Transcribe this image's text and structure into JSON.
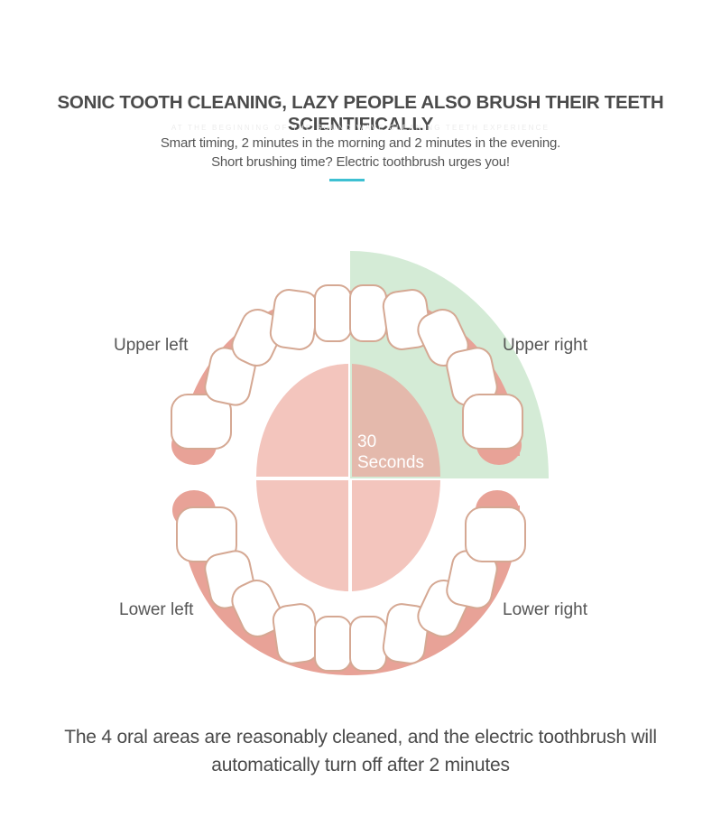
{
  "header": {
    "title": "SONIC TOOTH CLEANING, LAZY PEOPLE ALSO BRUSH THEIR TEETH SCIENTIFICALLY",
    "faint_line": "AT THE BEGINNING OF THE SOUND WAVE CLEANING TEETH EXPERIENCE",
    "subtitle_line1": "Smart timing, 2 minutes in the morning and 2 minutes in the evening.",
    "subtitle_line2": "Short brushing time? Electric toothbrush urges you!",
    "accent_color": "#3dc0d2"
  },
  "diagram": {
    "quadrants": {
      "upper_left": "Upper left",
      "upper_right": "Upper right",
      "lower_left": "Lower left",
      "lower_right": "Lower right"
    },
    "timer_value": "30",
    "timer_unit": "Seconds",
    "highlight_color": "#d4ebd6",
    "gum_color": "#e8a297",
    "tongue_color": "#f3c5bd",
    "active_tongue_color": "#e4b9ac",
    "tooth_outline": "#d5a893"
  },
  "footer": {
    "line1": "The 4 oral areas are reasonably cleaned, and the electric toothbrush will",
    "line2": "automatically turn off after 2 minutes"
  }
}
